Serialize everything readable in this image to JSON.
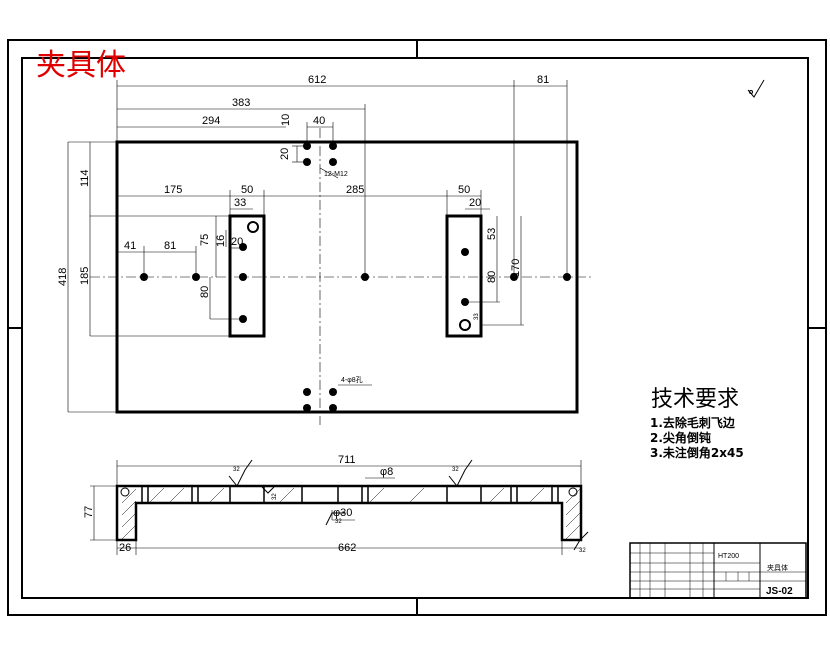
{
  "drawing_title": "夹具体",
  "dimensions": {
    "d612": "612",
    "d81_top": "81",
    "d383": "383",
    "d294": "294",
    "d10": "10",
    "d40": "40",
    "d20_v": "20",
    "d114": "114",
    "d418": "418",
    "d185": "185",
    "d175": "175",
    "d50_left": "50",
    "d285": "285",
    "d50_right": "50",
    "d33_left": "33",
    "d20_right": "20",
    "d41": "41",
    "d81_mid": "81",
    "d75": "75",
    "d16": "16",
    "d20_mid": "20",
    "d80_left": "80",
    "d53": "53",
    "d80_right": "80",
    "d170": "170",
    "d33_right": "33",
    "d711": "711",
    "d77": "77",
    "d26": "26",
    "d662": "662",
    "phi8": "φ8",
    "phi30": "φ30",
    "r32a": "32",
    "r32b": "32",
    "r32c": "32",
    "r32d": "32",
    "r32e": "32"
  },
  "callouts": {
    "holes_m12": "12-M12",
    "holes_4": "4-φ8孔"
  },
  "technical_requirements": {
    "title": "技术要求",
    "items": [
      "1.去除毛刺飞边",
      "2.尖角倒钝",
      "3.未注倒角2x45"
    ]
  },
  "title_block": {
    "material": "HT200",
    "part_name": "夹具体",
    "drawing_no": "JS-02"
  }
}
